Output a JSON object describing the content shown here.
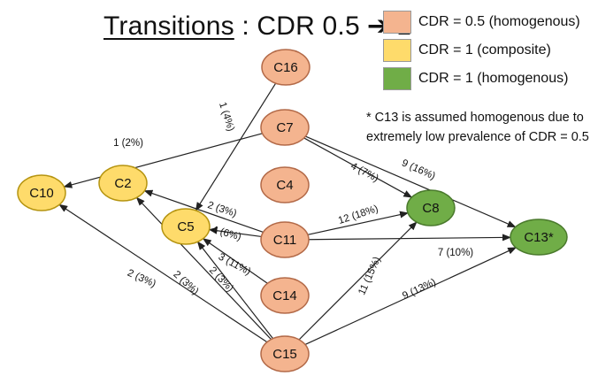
{
  "title": {
    "underlined": "Transitions",
    "separator": " : ",
    "from": "CDR 0.5",
    "arrow": "➔",
    "to": "1"
  },
  "legend": [
    {
      "label": "CDR = 0.5 (homogenous)",
      "color": "#f4b48f"
    },
    {
      "label": "CDR = 1 (composite)",
      "color": "#fedb6b"
    },
    {
      "label": "CDR = 1 (homogenous)",
      "color": "#70ad47"
    }
  ],
  "note": {
    "line1": "* C13 is assumed homogenous due to",
    "line2": "extremely low prevalence of CDR = 0.5"
  },
  "nodes": [
    {
      "id": "C16",
      "label": "C16",
      "class": "cdr05"
    },
    {
      "id": "C7",
      "label": "C7",
      "class": "cdr05"
    },
    {
      "id": "C4",
      "label": "C4",
      "class": "cdr05"
    },
    {
      "id": "C11",
      "label": "C11",
      "class": "cdr05"
    },
    {
      "id": "C14",
      "label": "C14",
      "class": "cdr05"
    },
    {
      "id": "C15",
      "label": "C15",
      "class": "cdr05"
    },
    {
      "id": "C10",
      "label": "C10",
      "class": "composite"
    },
    {
      "id": "C2",
      "label": "C2",
      "class": "composite"
    },
    {
      "id": "C5",
      "label": "C5",
      "class": "composite"
    },
    {
      "id": "C8",
      "label": "C8",
      "class": "homog"
    },
    {
      "id": "C13",
      "label": "C13*",
      "class": "homog"
    }
  ],
  "edges": [
    {
      "from": "C16",
      "to": "C5",
      "label": "1 (4%)"
    },
    {
      "from": "C7",
      "to": "C10",
      "label": "1 (2%)"
    },
    {
      "from": "C7",
      "to": "C8",
      "label": "4 (7%)"
    },
    {
      "from": "C7",
      "to": "C13",
      "label": "9 (16%)"
    },
    {
      "from": "C11",
      "to": "C2",
      "label": "2 (3%)"
    },
    {
      "from": "C11",
      "to": "C5",
      "label": "4 (6%)"
    },
    {
      "from": "C11",
      "to": "C8",
      "label": "12 (18%)"
    },
    {
      "from": "C11",
      "to": "C13",
      "label": "7 (10%)"
    },
    {
      "from": "C14",
      "to": "C5",
      "label": "3 (11%)"
    },
    {
      "from": "C15",
      "to": "C10",
      "label": "2 (3%)"
    },
    {
      "from": "C15",
      "to": "C2",
      "label": "2 (3%)"
    },
    {
      "from": "C15",
      "to": "C5",
      "label": "2 (3%)"
    },
    {
      "from": "C15",
      "to": "C8",
      "label": "11 (15%)"
    },
    {
      "from": "C15",
      "to": "C13",
      "label": "9 (13%)"
    }
  ]
}
